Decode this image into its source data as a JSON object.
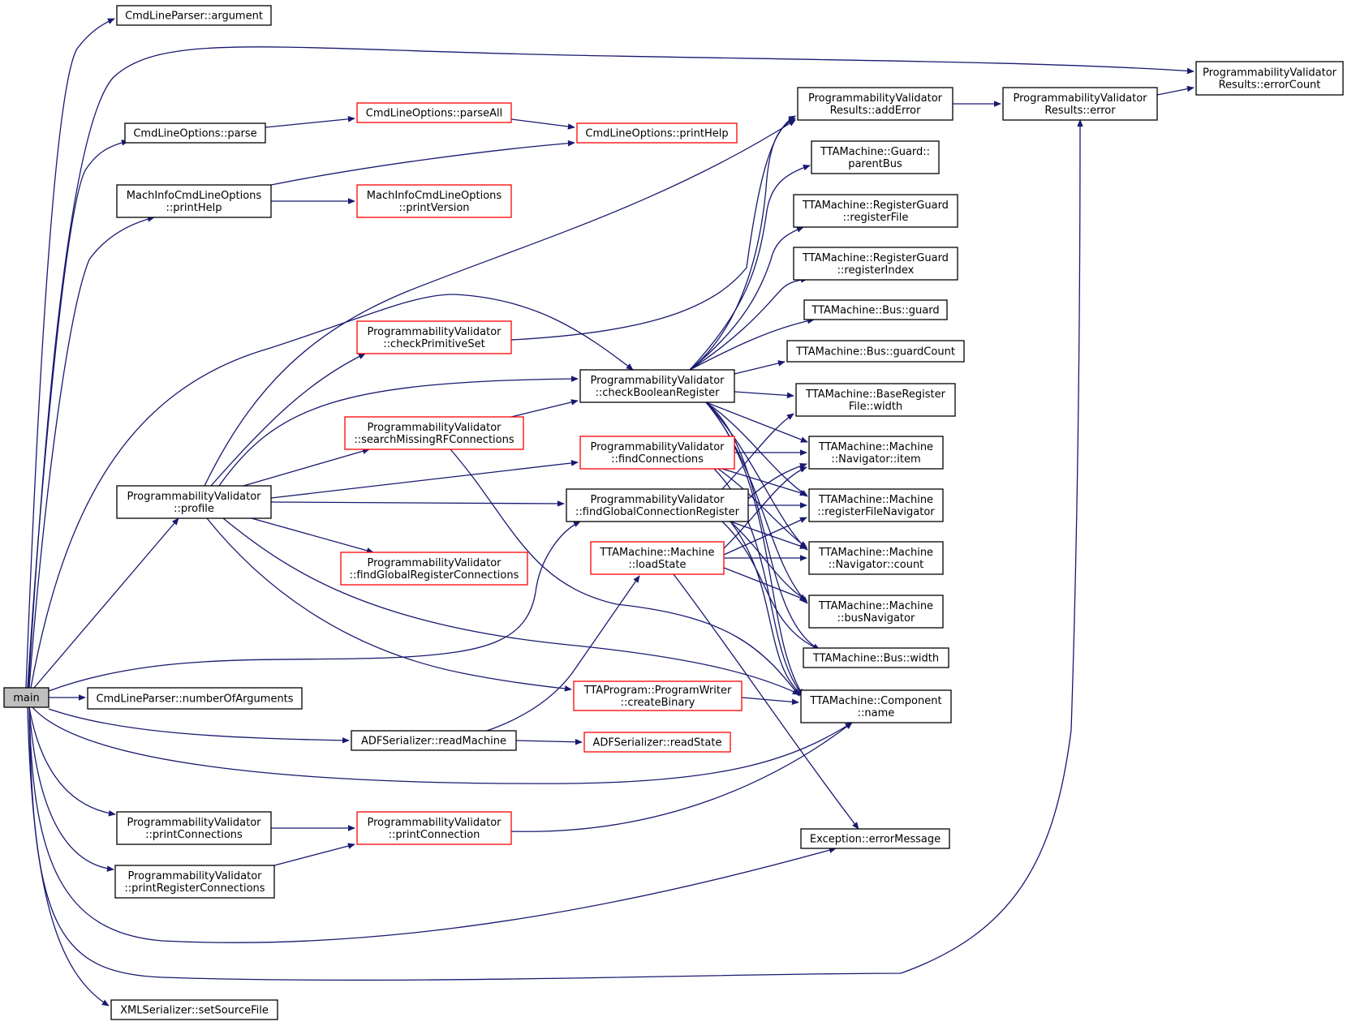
{
  "colors": {
    "edge": "#191970",
    "node_border": "#000000",
    "truncated_border": "#ff0000",
    "root_fill": "#bfbfbf",
    "background": "#ffffff"
  },
  "nodes": {
    "main": {
      "lines": [
        "main"
      ],
      "kind": "root"
    },
    "argument": {
      "lines": [
        "CmdLineParser::argument"
      ],
      "kind": "normal"
    },
    "errorCount": {
      "lines": [
        "ProgrammabilityValidator",
        "Results::errorCount"
      ],
      "kind": "normal"
    },
    "cloParse": {
      "lines": [
        "CmdLineOptions::parse"
      ],
      "kind": "normal"
    },
    "parseAll": {
      "lines": [
        "CmdLineOptions::parseAll"
      ],
      "kind": "truncated"
    },
    "cloPrintHelp": {
      "lines": [
        "CmdLineOptions::printHelp"
      ],
      "kind": "truncated"
    },
    "addError": {
      "lines": [
        "ProgrammabilityValidator",
        "Results::addError"
      ],
      "kind": "normal"
    },
    "resError": {
      "lines": [
        "ProgrammabilityValidator",
        "Results::error"
      ],
      "kind": "normal"
    },
    "machPrintHelp": {
      "lines": [
        "MachInfoCmdLineOptions",
        "::printHelp"
      ],
      "kind": "normal"
    },
    "machPrintVersion": {
      "lines": [
        "MachInfoCmdLineOptions",
        "::printVersion"
      ],
      "kind": "truncated"
    },
    "guardParentBus": {
      "lines": [
        "TTAMachine::Guard::",
        "parentBus"
      ],
      "kind": "normal"
    },
    "rgRegisterFile": {
      "lines": [
        "TTAMachine::RegisterGuard",
        "::registerFile"
      ],
      "kind": "normal"
    },
    "rgRegisterIndex": {
      "lines": [
        "TTAMachine::RegisterGuard",
        "::registerIndex"
      ],
      "kind": "normal"
    },
    "busGuard": {
      "lines": [
        "TTAMachine::Bus::guard"
      ],
      "kind": "normal"
    },
    "checkPrimitiveSet": {
      "lines": [
        "ProgrammabilityValidator",
        "::checkPrimitiveSet"
      ],
      "kind": "truncated"
    },
    "busGuardCount": {
      "lines": [
        "TTAMachine::Bus::guardCount"
      ],
      "kind": "normal"
    },
    "checkBooleanRegister": {
      "lines": [
        "ProgrammabilityValidator",
        "::checkBooleanRegister"
      ],
      "kind": "normal"
    },
    "brfWidth": {
      "lines": [
        "TTAMachine::BaseRegister",
        "File::width"
      ],
      "kind": "normal"
    },
    "searchMissing": {
      "lines": [
        "ProgrammabilityValidator",
        "::searchMissingRFConnections"
      ],
      "kind": "truncated"
    },
    "findConnections": {
      "lines": [
        "ProgrammabilityValidator",
        "::findConnections"
      ],
      "kind": "truncated"
    },
    "navItem": {
      "lines": [
        "TTAMachine::Machine",
        "::Navigator::item"
      ],
      "kind": "normal"
    },
    "profile": {
      "lines": [
        "ProgrammabilityValidator",
        "::profile"
      ],
      "kind": "normal"
    },
    "findGlobalConnReg": {
      "lines": [
        "ProgrammabilityValidator",
        "::findGlobalConnectionRegister"
      ],
      "kind": "normal"
    },
    "rfNavigator": {
      "lines": [
        "TTAMachine::Machine",
        "::registerFileNavigator"
      ],
      "kind": "normal"
    },
    "loadState": {
      "lines": [
        "TTAMachine::Machine",
        "::loadState"
      ],
      "kind": "truncated"
    },
    "navCount": {
      "lines": [
        "TTAMachine::Machine",
        "::Navigator::count"
      ],
      "kind": "normal"
    },
    "findGlobalRegConn": {
      "lines": [
        "ProgrammabilityValidator",
        "::findGlobalRegisterConnections"
      ],
      "kind": "truncated"
    },
    "busNavigator": {
      "lines": [
        "TTAMachine::Machine",
        "::busNavigator"
      ],
      "kind": "normal"
    },
    "busWidth": {
      "lines": [
        "TTAMachine::Bus::width"
      ],
      "kind": "normal"
    },
    "numberOfArguments": {
      "lines": [
        "CmdLineParser::numberOfArguments"
      ],
      "kind": "normal"
    },
    "createBinary": {
      "lines": [
        "TTAProgram::ProgramWriter",
        "::createBinary"
      ],
      "kind": "truncated"
    },
    "componentName": {
      "lines": [
        "TTAMachine::Component",
        "::name"
      ],
      "kind": "normal"
    },
    "readMachine": {
      "lines": [
        "ADFSerializer::readMachine"
      ],
      "kind": "normal"
    },
    "readState": {
      "lines": [
        "ADFSerializer::readState"
      ],
      "kind": "truncated"
    },
    "printConnections": {
      "lines": [
        "ProgrammabilityValidator",
        "::printConnections"
      ],
      "kind": "normal"
    },
    "printConnection": {
      "lines": [
        "ProgrammabilityValidator",
        "::printConnection"
      ],
      "kind": "truncated"
    },
    "errorMessage": {
      "lines": [
        "Exception::errorMessage"
      ],
      "kind": "normal"
    },
    "printRegConnections": {
      "lines": [
        "ProgrammabilityValidator",
        "::printRegisterConnections"
      ],
      "kind": "normal"
    },
    "setSourceFile": {
      "lines": [
        "XMLSerializer::setSourceFile"
      ],
      "kind": "normal"
    }
  }
}
